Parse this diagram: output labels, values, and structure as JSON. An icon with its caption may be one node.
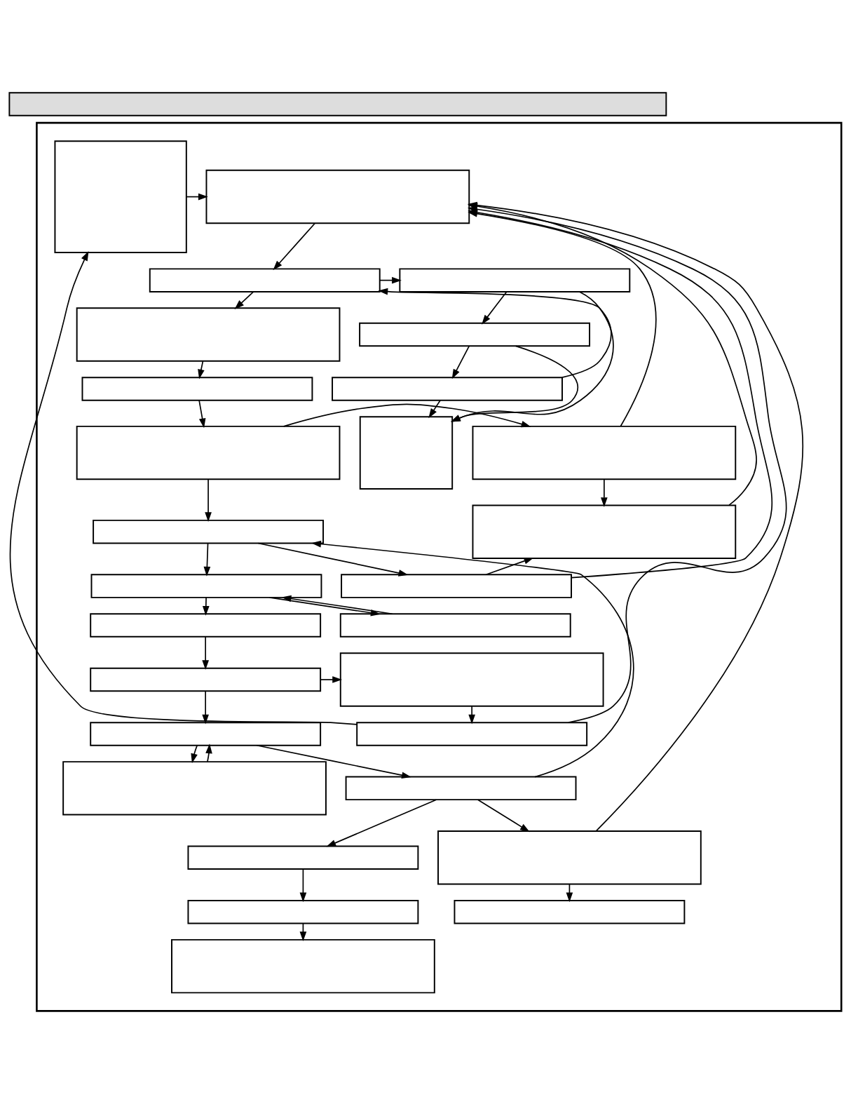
{
  "diagram": {
    "nodes": [
      {
        "text": [],
        "shape": "bar"
      },
      {
        "text": [],
        "shape": "box"
      },
      {
        "text": [],
        "shape": "box",
        "in": 1
      },
      {
        "text": [],
        "shape": "box",
        "in": 1
      },
      {
        "text": [],
        "shape": "box",
        "in": 1
      },
      {
        "text": [],
        "shape": "box",
        "in": 1
      },
      {
        "text": [],
        "shape": "box",
        "in": 1
      },
      {
        "text": [],
        "shape": "box",
        "in": 1
      },
      {
        "text": [],
        "shape": "box",
        "in": 1
      },
      {
        "text": [],
        "shape": "box",
        "in": 1
      },
      {
        "text": [],
        "shape": "box",
        "in": 1
      },
      {
        "text": [],
        "shape": "box",
        "in": 1
      },
      {
        "text": [],
        "shape": "box",
        "in": 1
      },
      {
        "text": [],
        "shape": "box",
        "in": 1
      },
      {
        "text": [],
        "shape": "box",
        "in": 1
      },
      {
        "text": [],
        "shape": "box",
        "in": 1
      },
      {
        "text": [],
        "shape": "box",
        "in": 1
      },
      {
        "text": [],
        "shape": "box",
        "in": 1
      },
      {
        "text": [],
        "shape": "box",
        "in": 1
      },
      {
        "text": [],
        "shape": "box",
        "in": 1
      },
      {
        "text": [],
        "shape": "box",
        "in": 1
      },
      {
        "text": [],
        "shape": "box",
        "in": 1
      },
      {
        "text": [],
        "shape": "box",
        "in": 1
      },
      {
        "text": [],
        "shape": "box",
        "in": 1
      },
      {
        "text": [],
        "shape": "box",
        "in": 1
      },
      {
        "text": [],
        "shape": "box",
        "in": 1
      },
      {
        "text": [],
        "shape": "box",
        "in": 1
      },
      {
        "text": [],
        "shape": "box",
        "in": 1
      },
      {
        "text": [],
        "shape": "box",
        "in": 1
      },
      {
        "text": [],
        "shape": "box",
        "in": 1
      }
    ],
    "edges": [
      {
        "from": 2,
        "to": 3,
        "arrow": "to"
      },
      {
        "from": 3,
        "to": 4,
        "arrow": "to"
      },
      {
        "from": 4,
        "to": 5,
        "arrow": "to"
      },
      {
        "from": 5,
        "to": 6,
        "arrow": "to"
      },
      {
        "from": 6,
        "to": 7,
        "arrow": "to"
      },
      {
        "from": 7,
        "to": 8,
        "arrow": "to"
      },
      {
        "from": 8,
        "to": 9,
        "arrow": "to"
      },
      {
        "from": 9,
        "to": 10,
        "arrow": "to"
      },
      {
        "from": 10,
        "to": 11,
        "arrow": "to"
      },
      {
        "from": 11,
        "to": 12,
        "arrow": "to"
      },
      {
        "from": 12,
        "to": 13,
        "arrow": "to"
      },
      {
        "from": 13,
        "to": 14,
        "arrow": "to"
      },
      {
        "from": 14,
        "to": 15,
        "arrow": "to"
      },
      {
        "from": 3,
        "to": 16,
        "arrow": "to"
      },
      {
        "from": 16,
        "to": 17,
        "arrow": "to"
      },
      {
        "from": 17,
        "to": 18,
        "arrow": "to"
      },
      {
        "from": 18,
        "to": 3,
        "arrow": "to"
      },
      {
        "from": 16,
        "to": 19,
        "arrow": "to"
      },
      {
        "from": 17,
        "to": 19,
        "arrow": "to"
      },
      {
        "from": 18,
        "to": 19,
        "arrow": "to"
      },
      {
        "from": 6,
        "to": 20,
        "arrow": "to"
      },
      {
        "from": 20,
        "to": 21,
        "arrow": "to"
      },
      {
        "from": 7,
        "to": 22,
        "arrow": "to"
      },
      {
        "from": 22,
        "to": 21,
        "arrow": "to"
      },
      {
        "from": 8,
        "to": 23,
        "arrow": "to"
      },
      {
        "from": 23,
        "to": 8,
        "arrow": "to"
      },
      {
        "from": 10,
        "to": 24,
        "arrow": "to"
      },
      {
        "from": 24,
        "to": 26,
        "arrow": "to"
      },
      {
        "from": 26,
        "to": 25,
        "arrow": "to"
      },
      {
        "from": 11,
        "to": 27,
        "arrow": "to"
      },
      {
        "from": 27,
        "to": 11,
        "arrow": "to"
      },
      {
        "from": 12,
        "to": 28,
        "arrow": "to"
      },
      {
        "from": 28,
        "to": 29,
        "arrow": "to"
      },
      {
        "from": 12,
        "to": 7,
        "arrow": "to"
      },
      {
        "from": 20,
        "to": 2,
        "arrow": "to"
      },
      {
        "from": 21,
        "to": 2,
        "arrow": "to"
      },
      {
        "from": 22,
        "to": 2,
        "arrow": "to"
      },
      {
        "from": 25,
        "to": 2,
        "arrow": "to"
      },
      {
        "from": 26,
        "to": 2,
        "arrow": "to"
      },
      {
        "from": 28,
        "to": 2,
        "arrow": "to"
      }
    ]
  }
}
